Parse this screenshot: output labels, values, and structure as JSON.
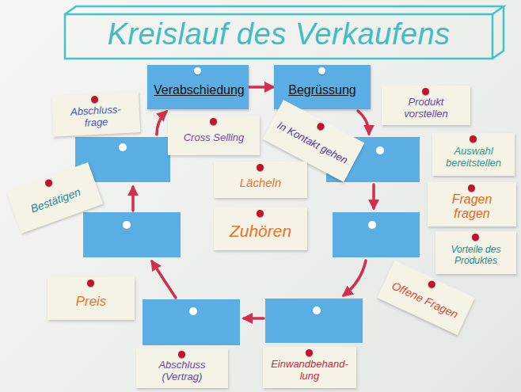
{
  "diagram": {
    "title": "Kreislauf des Verkaufens",
    "nodes": [
      {
        "text": [
          "Verabschiedung"
        ]
      },
      {
        "text": [
          "Begrüssung"
        ]
      },
      {
        "text": [
          "Produkt vorstellen"
        ]
      },
      {
        "text": [
          "Abschluss- frage"
        ]
      },
      {
        "text": [
          "In Kontakt gehen"
        ]
      },
      {
        "text": [
          "Cross Selling"
        ]
      },
      {
        "text": [
          "Auswahl bereitstellen"
        ]
      },
      {
        "text": [
          "Lächeln"
        ]
      },
      {
        "text": [
          "Bestätigen"
        ]
      },
      {
        "text": [
          "Fragen fragen"
        ]
      },
      {
        "text": [
          "Zuhören"
        ]
      },
      {
        "text": [
          "Vorteile des Produktes"
        ]
      },
      {
        "text": [
          "Offene Fragen"
        ]
      },
      {
        "text": [
          "Preis"
        ]
      },
      {
        "text": [
          "Abschluss (Vertrag)"
        ]
      },
      {
        "text": [
          "Einwandbehand- lung"
        ]
      }
    ],
    "edges": [
      {
        "from": 0,
        "to": 1,
        "arrow": "to"
      }
    ]
  }
}
